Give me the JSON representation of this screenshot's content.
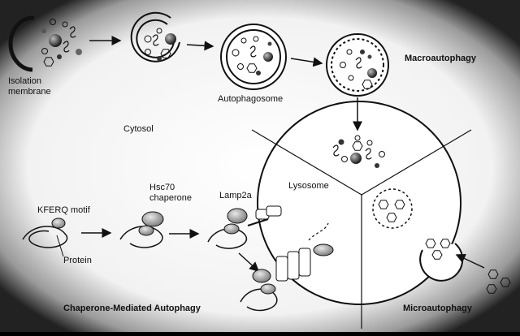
{
  "labels": {
    "isolation_membrane_1": "Isolation",
    "isolation_membrane_2": "membrane",
    "autophagosome": "Autophagosome",
    "macroautophagy": "Macroautophagy",
    "cytosol": "Cytosol",
    "lysosome": "Lysosome",
    "kferq_motif": "KFERQ motif",
    "hsc70_1": "Hsc70",
    "hsc70_2": "chaperone",
    "lamp2a": "Lamp2a",
    "protein": "Protein",
    "cma": "Chaperone-Mediated Autophagy",
    "microautophagy": "Microautophagy"
  }
}
